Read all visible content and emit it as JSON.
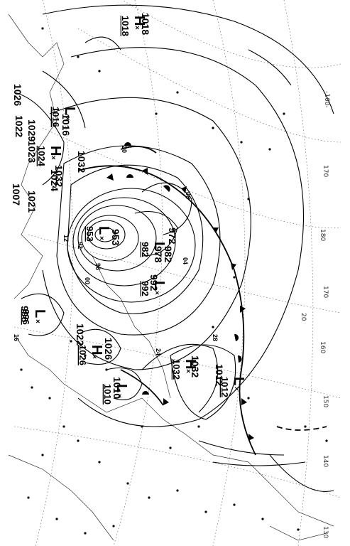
{
  "map": {
    "ink": "#000000",
    "paper": "#ffffff",
    "isobar_values": [
      "1018",
      "1026",
      "1022",
      "1029",
      "1023",
      "1016",
      "1032",
      "1032",
      "1024",
      "1021",
      "1007",
      "953",
      "972",
      "978",
      "982",
      "992",
      "996",
      "1022",
      "1026",
      "1010",
      "1032",
      "1012",
      "08",
      "04",
      "12",
      "16",
      "20",
      "24",
      "28",
      "00",
      "92",
      "96"
    ],
    "centers": [
      {
        "symbol": "L",
        "value": "953"
      },
      {
        "symbol": "L",
        "value": "982"
      },
      {
        "symbol": "L",
        "value": "992"
      },
      {
        "symbol": "L",
        "value": "996"
      },
      {
        "symbol": "L",
        "value": "1010"
      },
      {
        "symbol": "H",
        "value": "1032"
      },
      {
        "symbol": "H",
        "value": "1026"
      },
      {
        "symbol": "L",
        "value": "1012"
      },
      {
        "symbol": "H",
        "value": "1024"
      },
      {
        "symbol": "L",
        "value": "1016"
      },
      {
        "symbol": "H",
        "value": "1018"
      }
    ],
    "grid_labels": [
      "-160-",
      "170",
      "180",
      "170",
      "160",
      "150",
      "140",
      "130",
      "20"
    ]
  }
}
